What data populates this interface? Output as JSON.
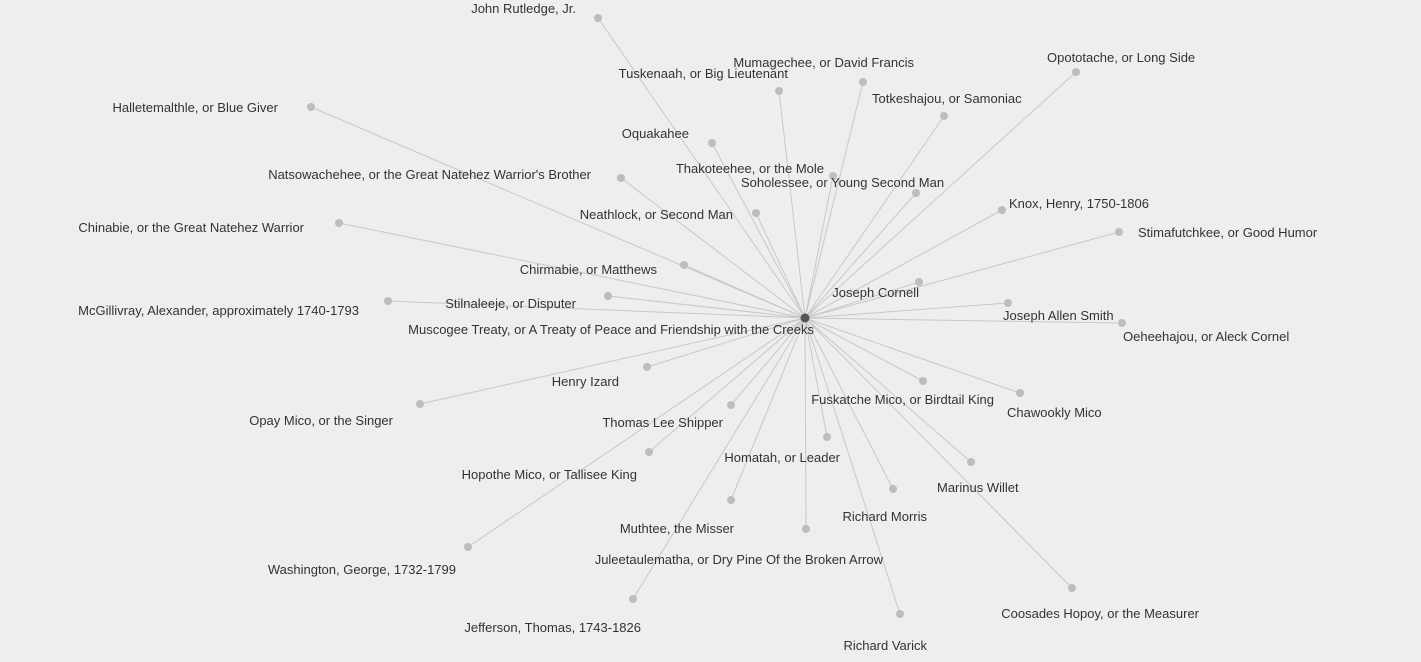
{
  "graph": {
    "center": {
      "id": "treaty",
      "label": "Muscogee Treaty, or A Treaty of Peace and Friendship with the Creeks"
    },
    "nodes": [
      {
        "id": "rutledge",
        "label": "John Rutledge, Jr."
      },
      {
        "id": "mumagechee",
        "label": "Mumagechee, or David Francis"
      },
      {
        "id": "tuskenaah",
        "label": "Tuskenaah, or Big Lieutenant"
      },
      {
        "id": "opototache",
        "label": "Opototache, or Long Side"
      },
      {
        "id": "halletemalthle",
        "label": "Halletemalthle, or Blue Giver"
      },
      {
        "id": "totkeshajou",
        "label": "Totkeshajou, or Samoniac"
      },
      {
        "id": "oquakahee",
        "label": "Oquakahee"
      },
      {
        "id": "natsowachehee",
        "label": "Natsowachehee, or the Great Natehez Warrior's Brother"
      },
      {
        "id": "thakoteehee",
        "label": "Thakoteehee, or the Mole"
      },
      {
        "id": "soholessee",
        "label": "Soholessee, or Young Second Man"
      },
      {
        "id": "neathlock",
        "label": "Neathlock, or Second Man"
      },
      {
        "id": "knox",
        "label": "Knox, Henry, 1750-1806"
      },
      {
        "id": "chinabie",
        "label": "Chinabie, or the Great Natehez Warrior"
      },
      {
        "id": "stimafutchkee",
        "label": "Stimafutchkee, or Good Humor"
      },
      {
        "id": "chirmabie",
        "label": "Chirmabie, or Matthews"
      },
      {
        "id": "cornell",
        "label": "Joseph Cornell"
      },
      {
        "id": "stilnaleeje",
        "label": "Stilnaleeje, or Disputer"
      },
      {
        "id": "mcgillivray",
        "label": "McGillivray, Alexander, approximately 1740-1793"
      },
      {
        "id": "smith",
        "label": "Joseph Allen Smith"
      },
      {
        "id": "oeheehajou",
        "label": "Oeheehajou, or Aleck Cornel"
      },
      {
        "id": "izard",
        "label": "Henry Izard"
      },
      {
        "id": "fuskatche",
        "label": "Fuskatche Mico, or Birdtail King"
      },
      {
        "id": "chawookly",
        "label": "Chawookly Mico"
      },
      {
        "id": "opay",
        "label": "Opay Mico, or the Singer"
      },
      {
        "id": "shipper",
        "label": "Thomas Lee Shipper"
      },
      {
        "id": "homatah",
        "label": "Homatah, or Leader"
      },
      {
        "id": "hopothe",
        "label": "Hopothe Mico, or Tallisee King"
      },
      {
        "id": "willet",
        "label": "Marinus Willet"
      },
      {
        "id": "morris",
        "label": "Richard Morris"
      },
      {
        "id": "muthtee",
        "label": "Muthtee, the Misser"
      },
      {
        "id": "juleetaulematha",
        "label": "Juleetaulematha, or Dry Pine Of the Broken Arrow"
      },
      {
        "id": "washington",
        "label": "Washington, George, 1732-1799"
      },
      {
        "id": "coosades",
        "label": "Coosades Hopoy, or the Measurer"
      },
      {
        "id": "jefferson",
        "label": "Jefferson, Thomas, 1743-1826"
      },
      {
        "id": "varick",
        "label": "Richard Varick"
      }
    ]
  }
}
